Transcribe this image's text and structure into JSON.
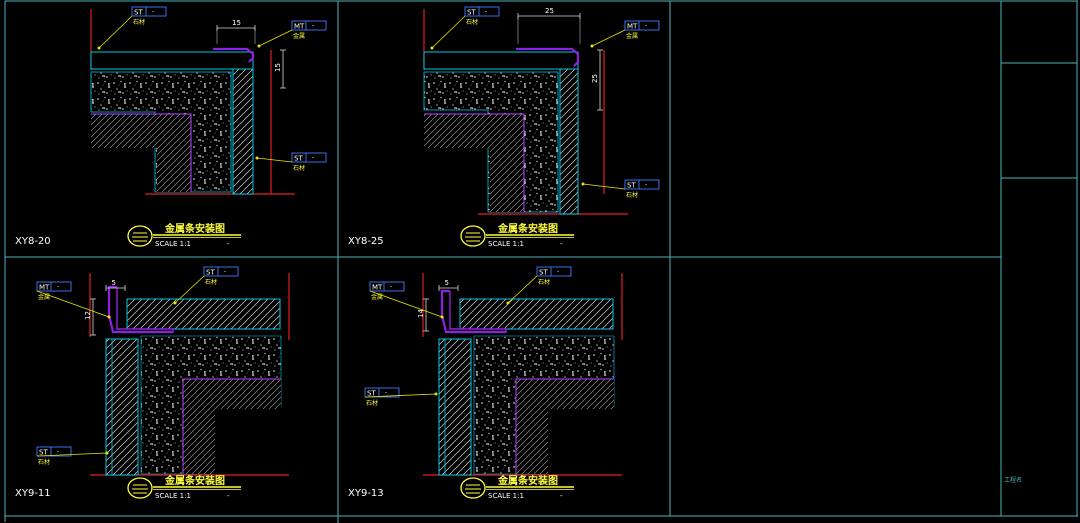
{
  "colors": {
    "background": "#000000",
    "frame": "#4bb3b8",
    "stone": "#00c8e8",
    "red_line": "#e02020",
    "magenta": "#c040ff",
    "metal": "#9020e0",
    "leader": "#e8e800",
    "dim": "#d8d8d8",
    "tag_box": "#3a6ee8",
    "title": "#ffff40",
    "white": "#ffffff"
  },
  "tags": {
    "st_code": "ST",
    "st_name": "石材",
    "mt_code": "MT",
    "mt_name": "金属",
    "dash": "-"
  },
  "caption": {
    "title": "金属条安装图",
    "scale": "SCALE 1:1",
    "dash": "-"
  },
  "details": [
    {
      "id": "XY8-20",
      "dim_a": "15",
      "dim_b": "15"
    },
    {
      "id": "XY8-25",
      "dim_a": "25",
      "dim_b": "25"
    },
    {
      "id": "XY9-11",
      "dim_a": "5",
      "dim_b": "12"
    },
    {
      "id": "XY9-13",
      "dim_a": "5",
      "dim_b": "14"
    }
  ],
  "title_block": {
    "label": "工程名"
  }
}
